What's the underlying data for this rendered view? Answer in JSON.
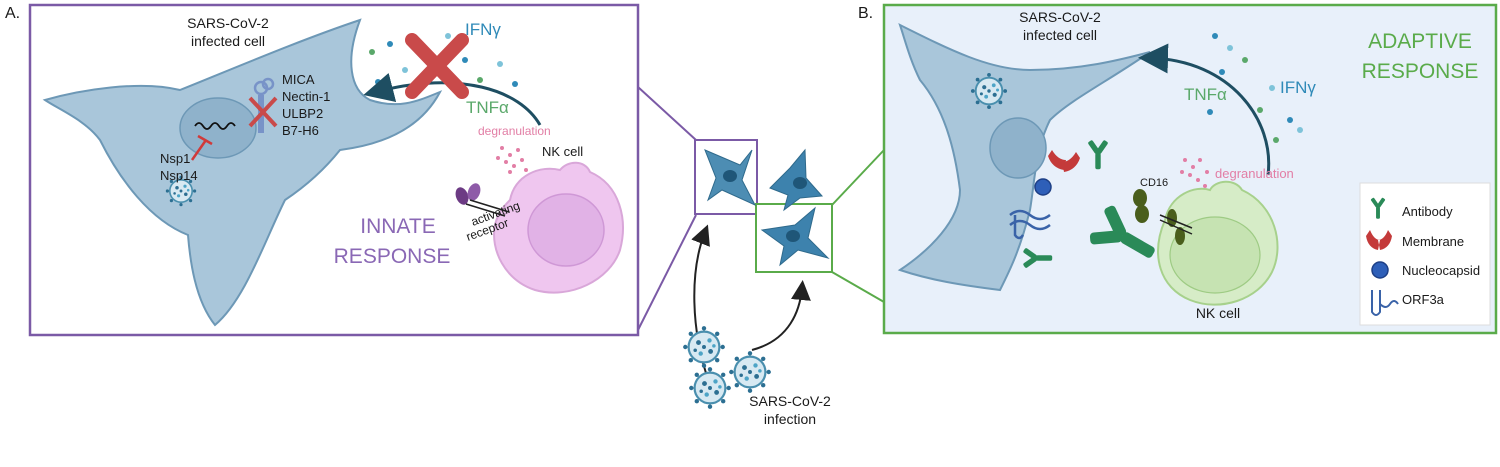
{
  "panel_a": {
    "letter": "A.",
    "infected_cell_line1": "SARS-CoV-2",
    "infected_cell_line2": "infected cell",
    "ifng": "IFNγ",
    "tnfa": "TNFα",
    "degranulation": "degranulation",
    "ligands": [
      "MICA",
      "Nectin-1",
      "ULBP2",
      "B7-H6"
    ],
    "nsp": [
      "Nsp1",
      "Nsp14"
    ],
    "nk_cell": "NK cell",
    "receptor_line1": "activating",
    "receptor_line2": "receptor",
    "response_line1": "INNATE",
    "response_line2": "RESPONSE"
  },
  "panel_b": {
    "letter": "B.",
    "infected_cell_line1": "SARS-CoV-2",
    "infected_cell_line2": "infected cell",
    "ifng": "IFNγ",
    "tnfa": "TNFα",
    "degranulation": "degranulation",
    "cd16": "CD16",
    "nk_cell": "NK cell",
    "response_line1": "ADAPTIVE",
    "response_line2": "RESPONSE"
  },
  "legend": [
    "Antibody",
    "Membrane",
    "Nucleocapsid",
    "ORF3a"
  ],
  "center": {
    "infection_line1": "SARS-CoV-2",
    "infection_line2": "infection"
  },
  "colors": {
    "innate_purple": "#7b5aa6",
    "adaptive_green": "#5aab4a",
    "cell_blue": "#a9c6da",
    "nk_pink": "#efc6ef",
    "nk_green": "#d6ecc7",
    "ifng_blue": "#2f8ab8",
    "tnfa_green": "#5aa86a",
    "degranulation_pink": "#e27ea5",
    "cross_red": "#c94a4a",
    "antibody_green": "#2a8a58"
  }
}
